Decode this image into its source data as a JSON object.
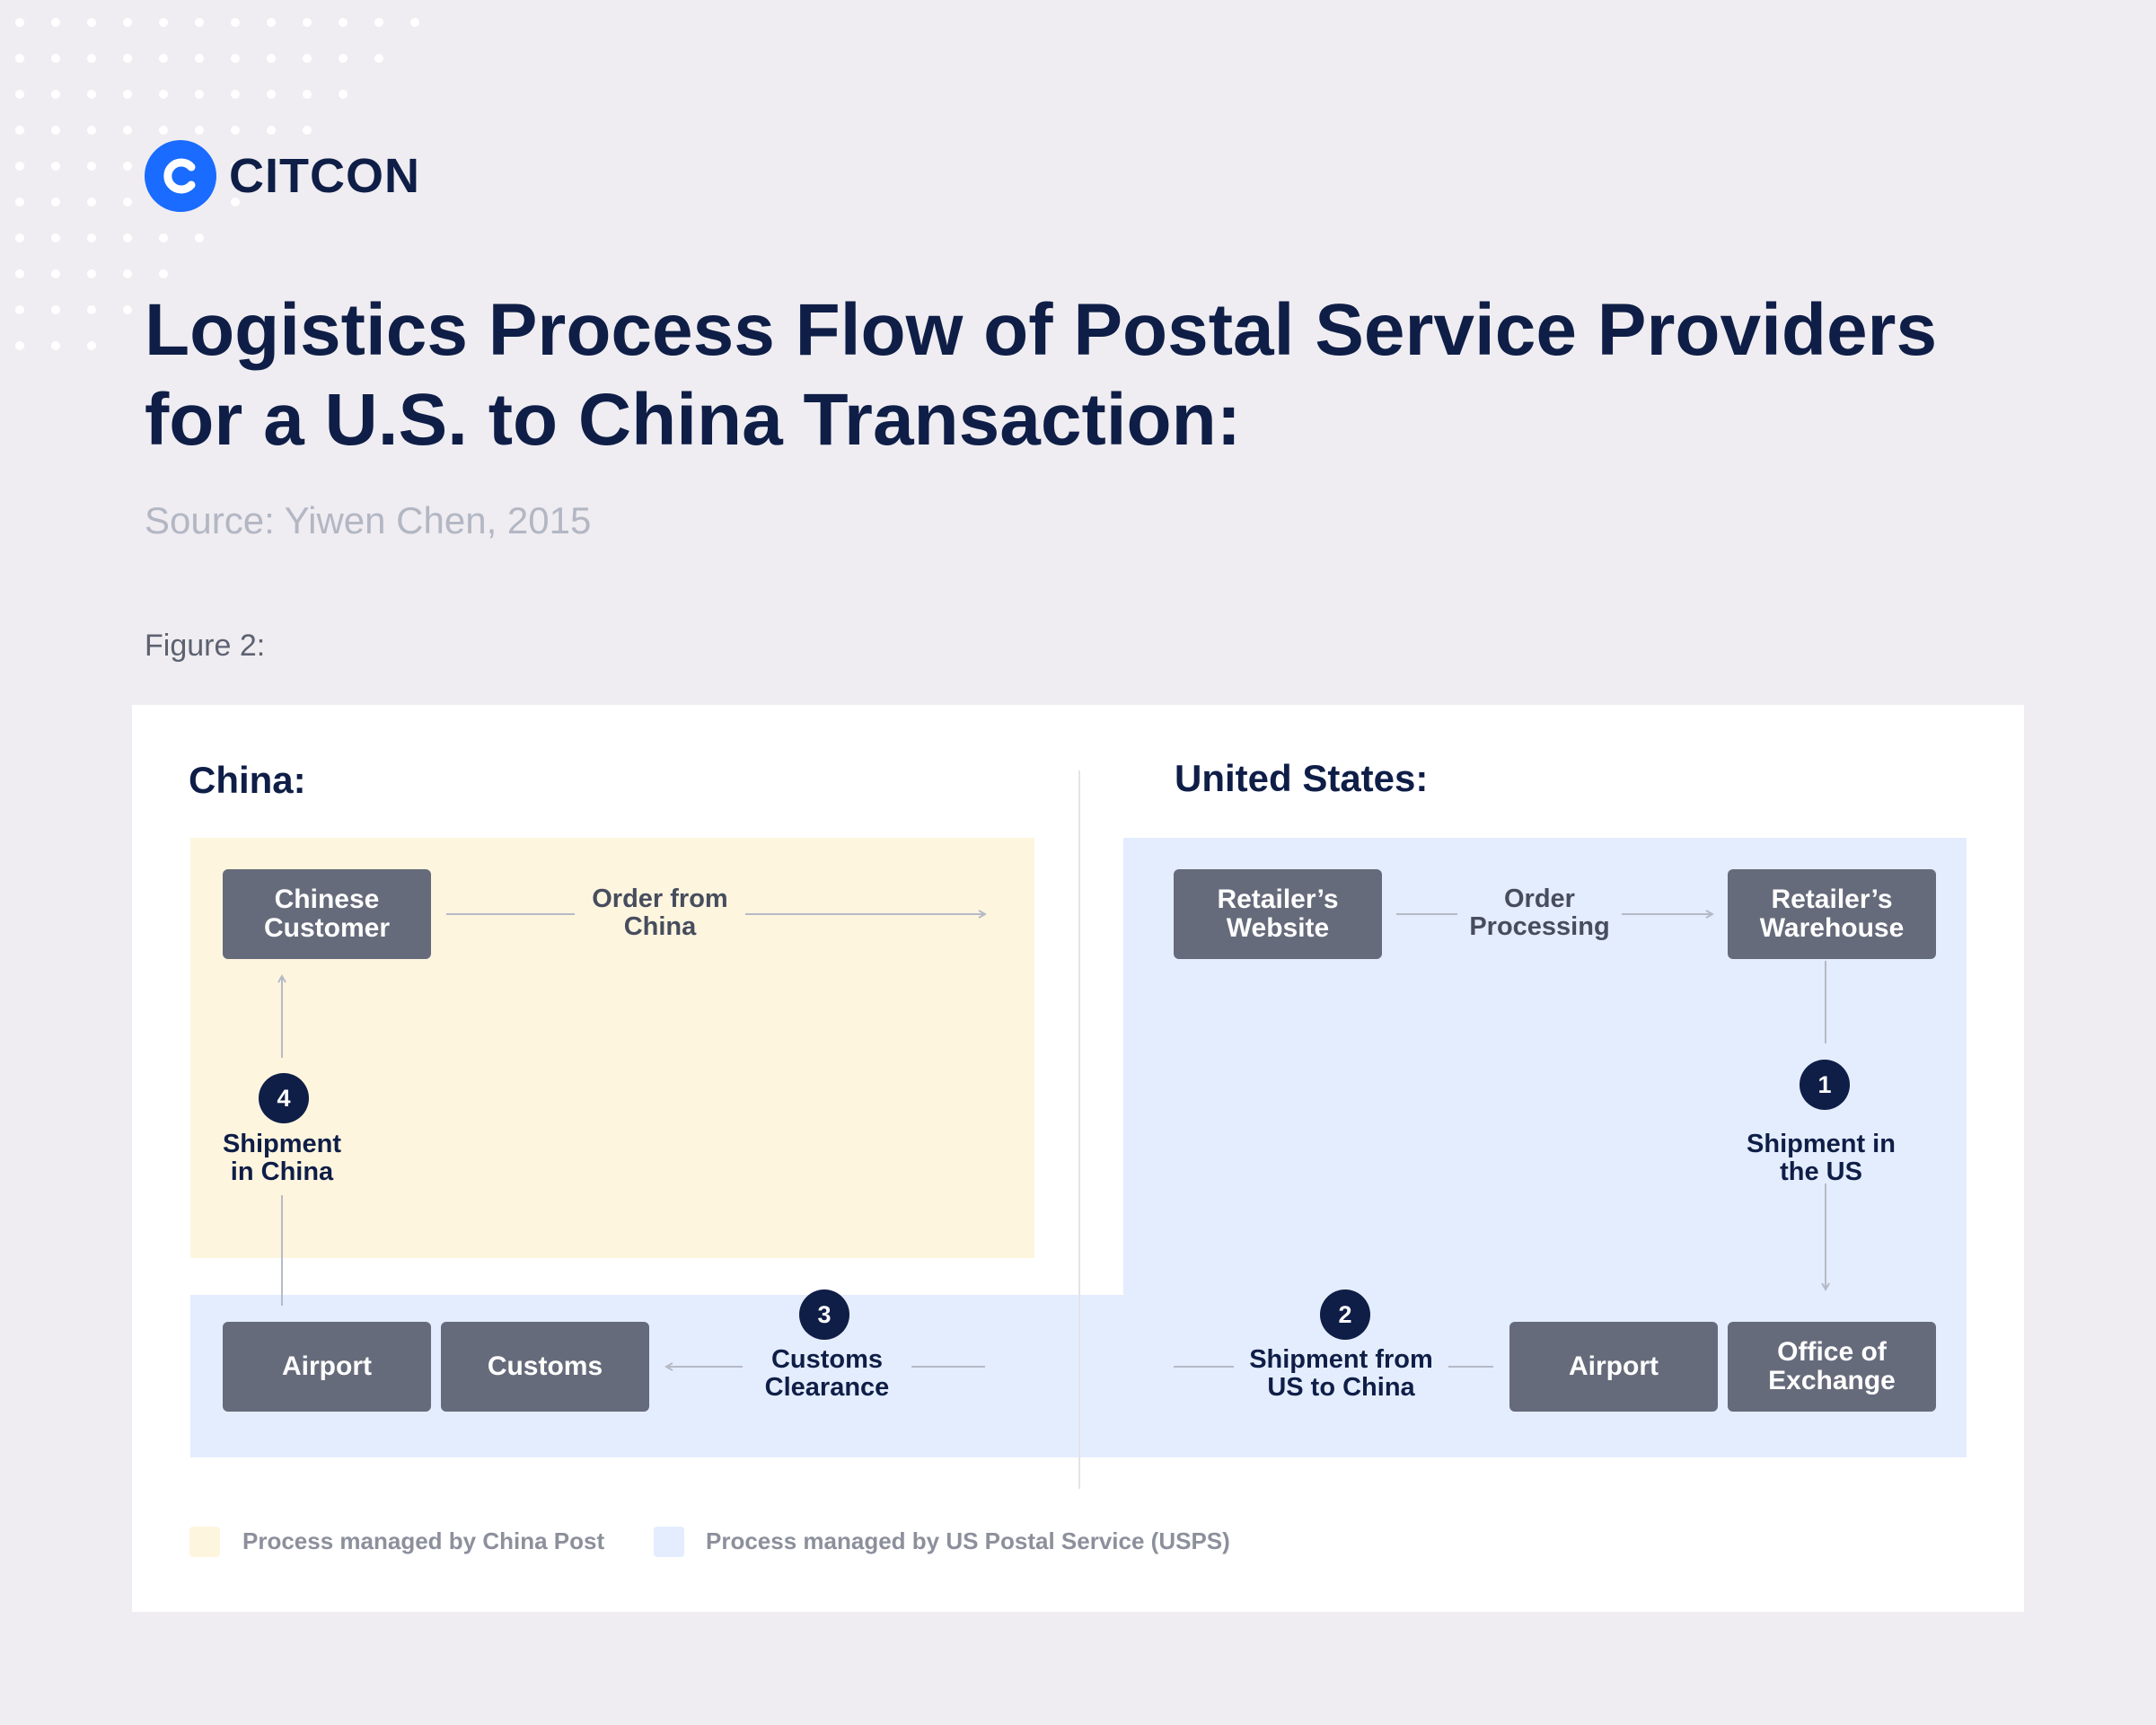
{
  "brand": {
    "name": "CITCON",
    "accent": "#1a6bff"
  },
  "title": "Logistics Process Flow of Postal Service Providers for a U.S. to China Transaction:",
  "source": "Source: Yiwen Chen, 2015",
  "figure_label": "Figure 2:",
  "regions": {
    "china": "China:",
    "us": "United States:"
  },
  "nodes": {
    "chinese_customer": "Chinese\nCustomer",
    "retailers_website": "Retailer’s\nWebsite",
    "retailers_warehouse": "Retailer’s\nWarehouse",
    "office_of_exchange": "Office of\nExchange",
    "airport_us": "Airport",
    "airport_cn": "Airport",
    "customs": "Customs"
  },
  "flows": {
    "order_from_china": "Order from\nChina",
    "order_processing": "Order\nProcessing",
    "shipment_in_us": "Shipment in\nthe US",
    "shipment_us_to_china": "Shipment from\nUS to China",
    "customs_clearance": "Customs\nClearance",
    "shipment_in_china": "Shipment\nin China"
  },
  "steps": {
    "one": "1",
    "two": "2",
    "three": "3",
    "four": "4"
  },
  "legend": {
    "china_post": {
      "label": "Process managed by China Post",
      "color": "#fef5df"
    },
    "usps": {
      "label": "Process managed by US Postal Service (USPS)",
      "color": "#e4edfd"
    }
  },
  "colors": {
    "node": "#666b7b",
    "step": "#0f1e47",
    "connector": "#b6bac6"
  }
}
